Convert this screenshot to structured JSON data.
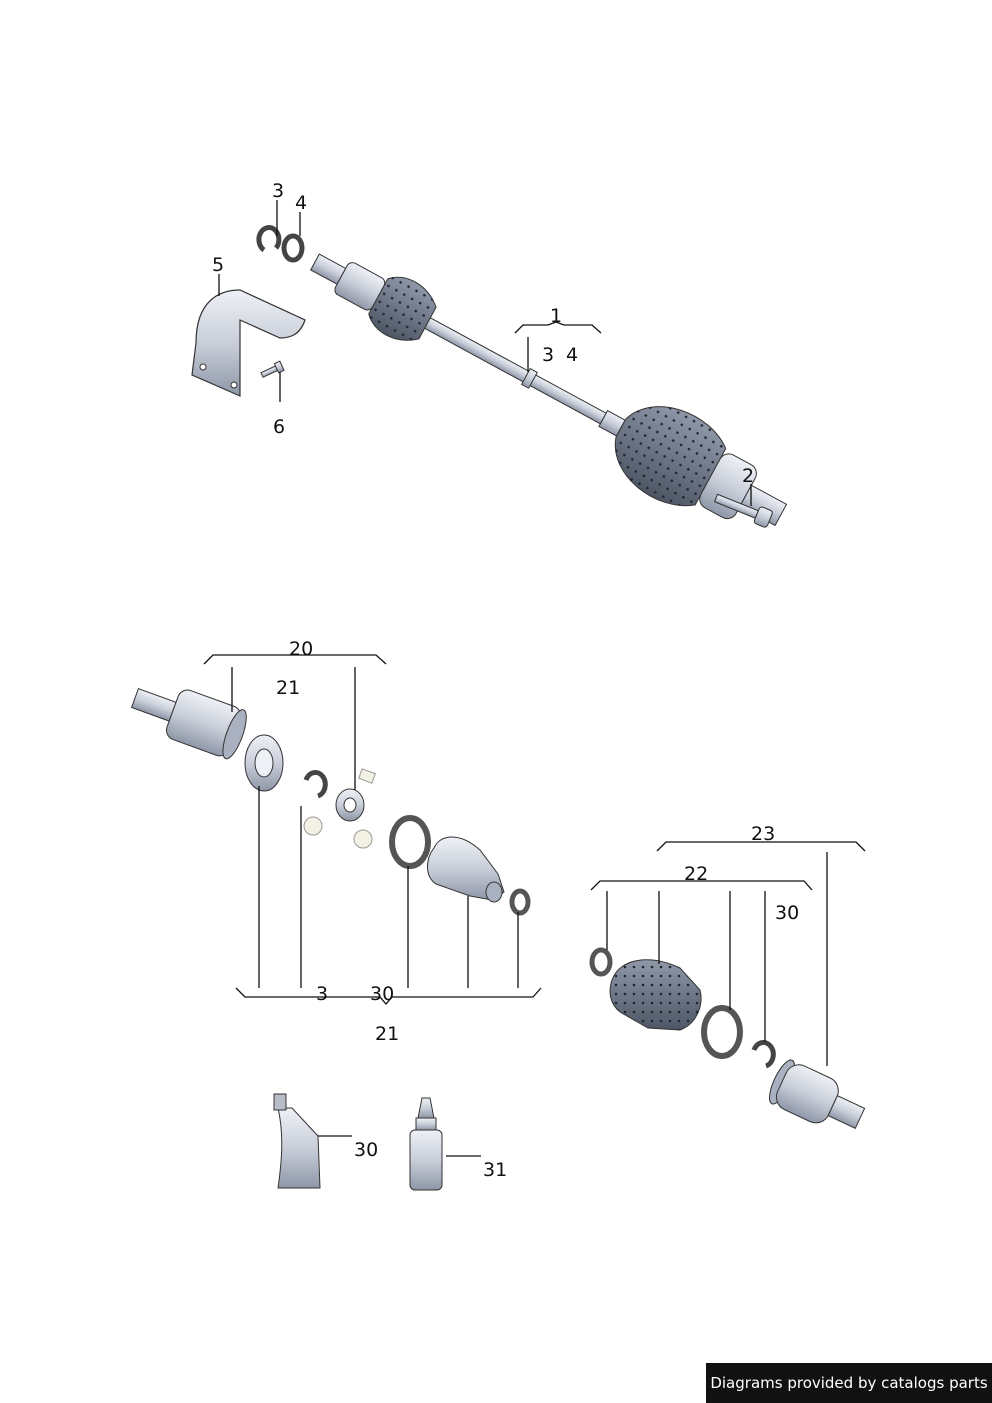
{
  "labels": {
    "upper": {
      "l3": "3",
      "l4": "4",
      "l5": "5",
      "l6": "6",
      "l1": "1",
      "l1_sub3": "3",
      "l1_sub4": "4",
      "l2": "2"
    },
    "inner": {
      "l20": "20",
      "l21_top": "21",
      "l3": "3",
      "l30": "30",
      "l21_bottom": "21"
    },
    "outer": {
      "l23": "23",
      "l22": "22",
      "l30": "30"
    },
    "consumables": {
      "l30": "30",
      "l31": "31"
    }
  },
  "footer": {
    "text": "Diagrams provided by catalogs parts"
  },
  "colors": {
    "metal": "#c9ced9",
    "metal_dark": "#8e97a8",
    "boot": "#5a6372",
    "line": "#111111",
    "footer_bg": "#111111"
  },
  "icons": [
    "drive-shaft-icon",
    "circlip-icon",
    "washer-icon",
    "heat-shield-icon",
    "screw-icon",
    "bolt-icon",
    "inner-joint-icon",
    "boot-icon",
    "clamp-icon",
    "outer-joint-icon",
    "grease-tube-icon",
    "sealant-bottle-icon"
  ]
}
